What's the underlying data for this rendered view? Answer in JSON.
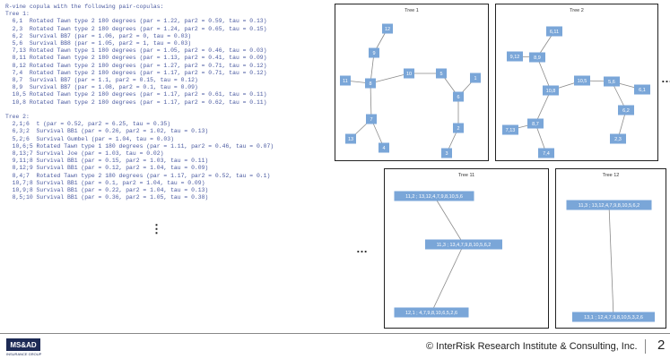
{
  "console": {
    "lines": [
      "R-vine copula with the following pair-copulas:",
      "Tree 1:",
      "  6,1  Rotated Tawn type 2 180 degrees (par = 1.22, par2 = 0.59, tau = 0.13)",
      "  2,3  Rotated Tawn type 2 180 degrees (par = 1.24, par2 = 0.65, tau = 0.15)",
      "  6,2  Survival BB7 (par = 1.06, par2 = 0, tau = 0.03)",
      "  5,6  Survival BB8 (par = 1.05, par2 = 1, tau = 0.03)",
      "  7,13 Rotated Tawn type 1 180 degrees (par = 1.05, par2 = 0.46, tau = 0.03)",
      "  8,11 Rotated Tawn type 2 180 degrees (par = 1.13, par2 = 0.41, tau = 0.09)",
      "  8,12 Rotated Tawn type 2 180 degrees (par = 1.27, par2 = 0.71, tau = 0.12)",
      "  7,4  Rotated Tawn type 2 180 degrees (par = 1.17, par2 = 0.71, tau = 0.12)",
      "  8,7  Survival BB7 (par = 1.1, par2 = 0.15, tau = 0.12)",
      "  8,9  Survival BB7 (par = 1.08, par2 = 0.1, tau = 0.09)",
      "  10,5 Rotated Tawn type 2 180 degrees (par = 1.17, par2 = 0.61, tau = 0.11)",
      "  10,8 Rotated Tawn type 2 180 degrees (par = 1.17, par2 = 0.62, tau = 0.11)",
      "",
      "Tree 2:",
      "  2,1;6  t (par = 0.52, par2 = 6.25, tau = 0.35)",
      "  6,3;2  Survival BB1 (par = 0.26, par2 = 1.02, tau = 0.13)",
      "  5,2;6  Survival Gumbel (par = 1.04, tau = 0.03)",
      "  10,6;5 Rotated Tawn type 1 180 degrees (par = 1.11, par2 = 0.46, tau = 0.07)",
      "  8,13;7 Survival Joe (par = 1.03, tau = 0.02)",
      "  9,11;8 Survival BB1 (par = 0.15, par2 = 1.03, tau = 0.11)",
      "  8,12;9 Survival BB1 (par = 0.12, par2 = 1.04, tau = 0.09)",
      "  8,4;7  Rotated Tawn type 2 180 degrees (par = 1.17, par2 = 0.52, tau = 0.1)",
      "  10,7;8 Survival BB1 (par = 0.1, par2 = 1.04, tau = 0.09)",
      "  10,9;8 Survival BB1 (par = 0.22, par2 = 1.04, tau = 0.13)",
      "  8,5;10 Survival BB1 (par = 0.36, par2 = 1.05, tau = 0.38)"
    ],
    "vdots": "⋮"
  },
  "ellipses": {
    "right": "…",
    "left": "…"
  },
  "trees": [
    {
      "title": "Tree 1",
      "nodes": [
        {
          "id": "12",
          "label": "12"
        },
        {
          "id": "9",
          "label": "9"
        },
        {
          "id": "11",
          "label": "11"
        },
        {
          "id": "8",
          "label": "8"
        },
        {
          "id": "10",
          "label": "10"
        },
        {
          "id": "5",
          "label": "5"
        },
        {
          "id": "1",
          "label": "1"
        },
        {
          "id": "6",
          "label": "6"
        },
        {
          "id": "7",
          "label": "7"
        },
        {
          "id": "13",
          "label": "13"
        },
        {
          "id": "4",
          "label": "4"
        },
        {
          "id": "2",
          "label": "2"
        },
        {
          "id": "3",
          "label": "3"
        }
      ],
      "edges": [
        [
          "12",
          "9"
        ],
        [
          "9",
          "8"
        ],
        [
          "11",
          "8"
        ],
        [
          "8",
          "10"
        ],
        [
          "10",
          "5"
        ],
        [
          "5",
          "6"
        ],
        [
          "6",
          "1"
        ],
        [
          "6",
          "2"
        ],
        [
          "2",
          "3"
        ],
        [
          "8",
          "7"
        ],
        [
          "7",
          "13"
        ],
        [
          "7",
          "4"
        ]
      ]
    },
    {
      "title": "Tree 2",
      "nodes": [
        {
          "id": "a",
          "label": "6,11"
        },
        {
          "id": "b",
          "label": "9,12"
        },
        {
          "id": "c",
          "label": "8,9"
        },
        {
          "id": "d",
          "label": "10,8"
        },
        {
          "id": "e",
          "label": "10,5"
        },
        {
          "id": "f",
          "label": "5,6"
        },
        {
          "id": "g",
          "label": "6,1"
        },
        {
          "id": "h",
          "label": "6,2"
        },
        {
          "id": "i",
          "label": "2,3"
        },
        {
          "id": "j",
          "label": "8,7"
        },
        {
          "id": "k",
          "label": "7,13"
        },
        {
          "id": "l",
          "label": "7,4"
        }
      ],
      "edges": [
        [
          "a",
          "c"
        ],
        [
          "b",
          "c"
        ],
        [
          "c",
          "d"
        ],
        [
          "d",
          "e"
        ],
        [
          "e",
          "f"
        ],
        [
          "f",
          "h"
        ],
        [
          "f",
          "g"
        ],
        [
          "h",
          "i"
        ],
        [
          "d",
          "j"
        ],
        [
          "j",
          "k"
        ],
        [
          "j",
          "l"
        ]
      ]
    },
    {
      "title": "Tree 11",
      "nodes": [
        {
          "id": "a",
          "label": "11,2 ; 13,12,4,7,9,8,10,5,6"
        },
        {
          "id": "b",
          "label": "11,3 ; 13,4,7,9,8,10,5,6,2"
        },
        {
          "id": "c",
          "label": "12,1 ; 4,7,9,8,10,6,5,2,6"
        }
      ],
      "edges": [
        [
          "a",
          "b"
        ],
        [
          "b",
          "c"
        ]
      ]
    },
    {
      "title": "Tree 12",
      "nodes": [
        {
          "id": "a",
          "label": "11,3 ; 13,12,4,7,9,8,10,5,6,2"
        },
        {
          "id": "b",
          "label": "13,1 ; 12,4,7,9,8,10,5,3,2,6"
        }
      ],
      "edges": [
        [
          "a",
          "b"
        ]
      ]
    }
  ],
  "footer": {
    "logo": "MS&AD",
    "logo_sub": "INSURANCE GROUP",
    "copyright": "© InterRisk Research Institute & Consulting, Inc.",
    "page_number": "2"
  }
}
